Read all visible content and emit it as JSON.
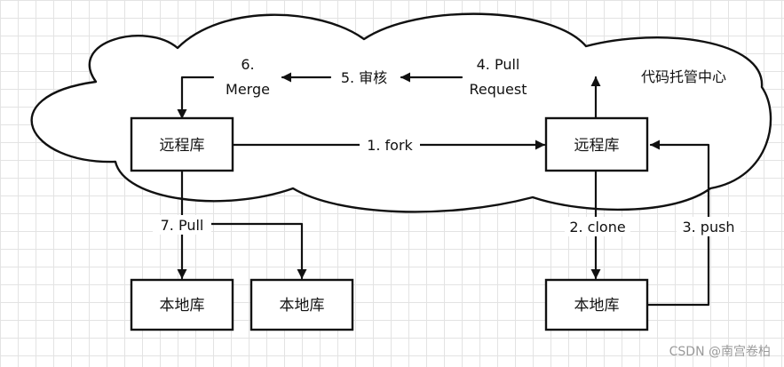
{
  "hub_label": "代码托管中心",
  "nodes": {
    "remote_left": "远程库",
    "remote_right": "远程库",
    "local_1": "本地库",
    "local_2": "本地库",
    "local_3": "本地库"
  },
  "steps": {
    "fork": "1. fork",
    "clone": "2. clone",
    "push": "3. push",
    "pull_request_line1": "4. Pull",
    "pull_request_line2": "Request",
    "review": "5. 审核",
    "merge_line1": "6.",
    "merge_line2": "Merge",
    "pull": "7. Pull"
  },
  "watermark": "CSDN @南宫卷柏"
}
